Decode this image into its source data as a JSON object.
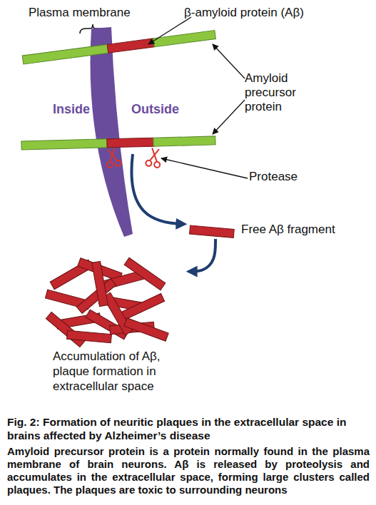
{
  "diagram": {
    "title": "Fig. 2: Formation of neuritic plaques in the extracellular space in brains affected by Alzheimer’s disease",
    "caption": "Amyloid precursor protein is a protein normally found in the plasma membrane of brain neurons. Aβ is released by proteolysis and accumulates in the extracellular space, forming large clusters called plaques. The plaques are toxic to surrounding neurons",
    "nodes": [
      {
        "text": [
          "Free Aβ fragment"
        ]
      },
      {
        "text": [
          "Accumulation of Aβ, plaque formation in extracellular space"
        ]
      }
    ],
    "edges": [
      {
        "from": 0,
        "to": 1,
        "arrow": "to"
      }
    ],
    "labels": [
      "Plasma membrane",
      "β-amyloid protein (Aβ)",
      "Inside",
      "Outside",
      "Amyloid precursor protein",
      "Protease"
    ]
  }
}
